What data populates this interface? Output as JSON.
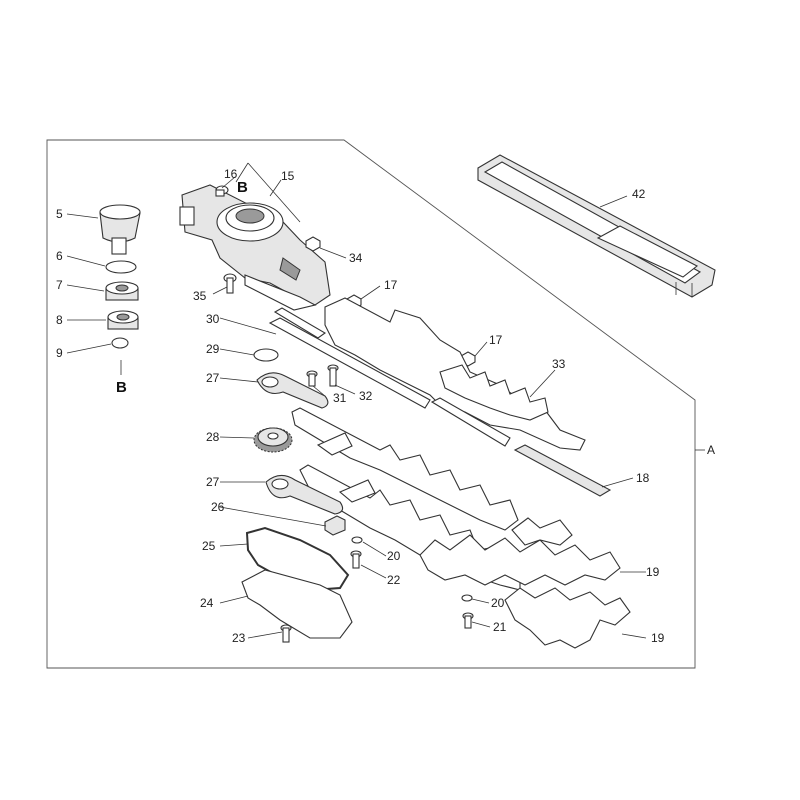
{
  "callouts": {
    "p5": "5",
    "p6": "6",
    "p7": "7",
    "p8": "8",
    "p9": "9",
    "b_top": "B",
    "b_bottom": "B",
    "p16": "16",
    "p15": "15",
    "p34": "34",
    "p35": "35",
    "p17a": "17",
    "p17b": "17",
    "p30": "30",
    "p29": "29",
    "p27a": "27",
    "p31": "31",
    "p32": "32",
    "p33": "33",
    "p28": "28",
    "p27b": "27",
    "p26": "26",
    "p25": "25",
    "p24": "24",
    "p23": "23",
    "p20a": "20",
    "p22": "22",
    "p18": "18",
    "p19a": "19",
    "p20b": "20",
    "p21": "21",
    "p19b": "19",
    "p42": "42",
    "ref_a": "A"
  }
}
